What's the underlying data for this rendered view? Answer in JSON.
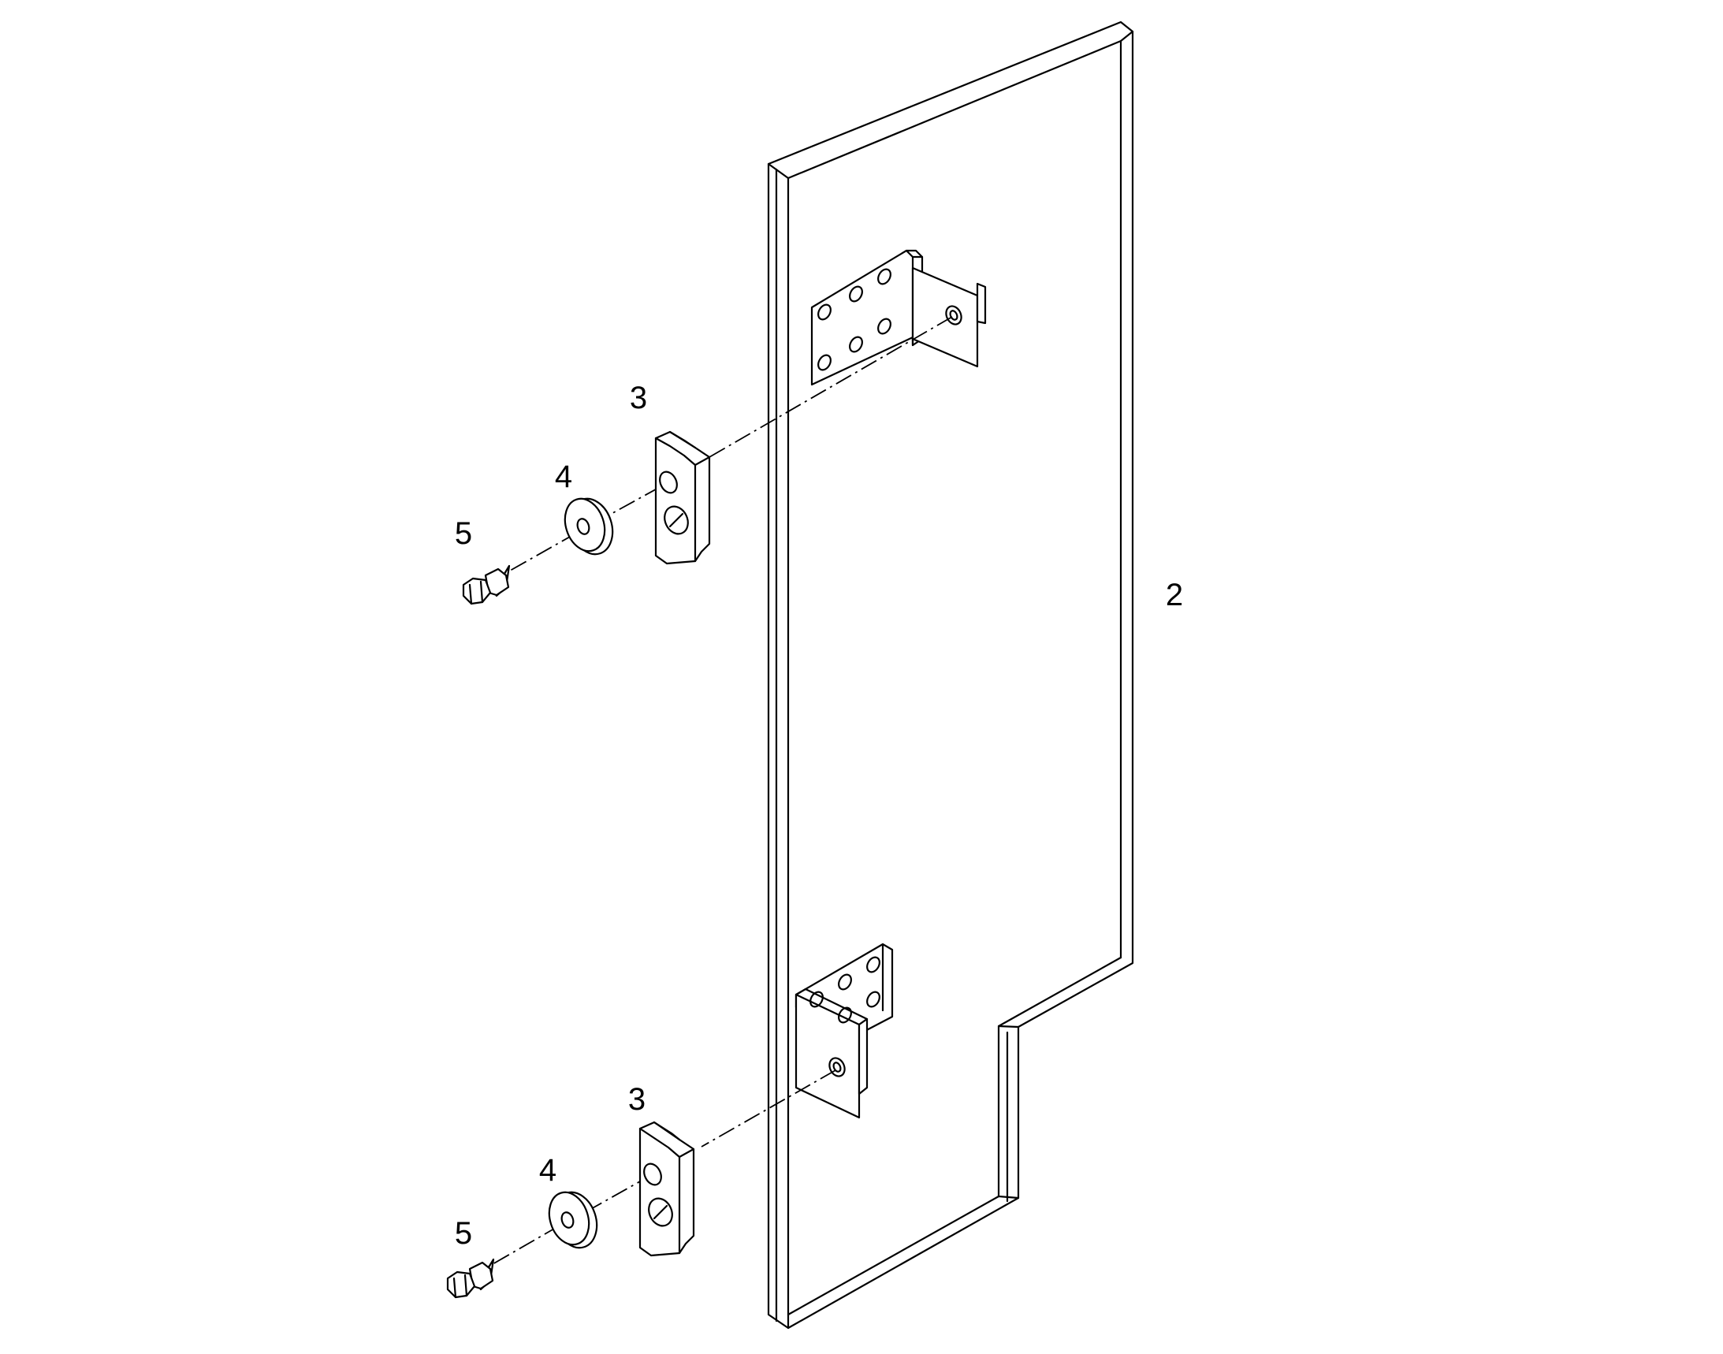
{
  "callouts": [
    {
      "id": "panel",
      "label": "2"
    },
    {
      "id": "bracket-top",
      "label": "3"
    },
    {
      "id": "washer-top",
      "label": "4"
    },
    {
      "id": "bolt-top",
      "label": "5"
    },
    {
      "id": "bracket-bottom",
      "label": "3"
    },
    {
      "id": "washer-bottom",
      "label": "4"
    },
    {
      "id": "bolt-bottom",
      "label": "5"
    }
  ]
}
